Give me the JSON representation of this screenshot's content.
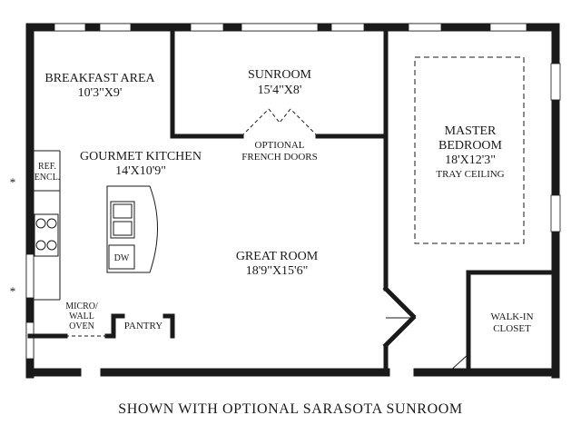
{
  "rooms": {
    "breakfast": {
      "name": "BREAKFAST AREA",
      "size": "10'3\"X9'"
    },
    "sunroom": {
      "name": "SUNROOM",
      "size": "15'4\"X8'"
    },
    "optional_doors": {
      "line1": "OPTIONAL",
      "line2": "FRENCH DOORS"
    },
    "master": {
      "line1": "MASTER",
      "line2": "BEDROOM",
      "size": "18'X12'3\"",
      "note": "TRAY CEILING"
    },
    "kitchen": {
      "name": "GOURMET KITCHEN",
      "size": "14'X10'9\""
    },
    "ref": {
      "line1": "REF.",
      "line2": "ENCL."
    },
    "dw": "DW",
    "great": {
      "name": "GREAT ROOM",
      "size": "18'9\"X15'6\""
    },
    "micro": {
      "line1": "MICRO/",
      "line2": "WALL",
      "line3": "OVEN"
    },
    "pantry": "PANTRY",
    "closet": {
      "line1": "WALK-IN",
      "line2": "CLOSET"
    }
  },
  "markers": [
    "*",
    "*"
  ],
  "caption": "SHOWN WITH OPTIONAL SARASOTA SUNROOM"
}
